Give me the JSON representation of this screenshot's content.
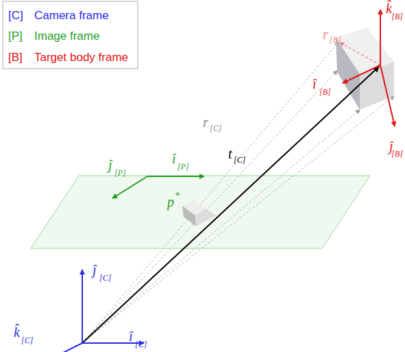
{
  "diagram": {
    "labels": [
      "[C]",
      "Camera frame",
      "[P]",
      "Image frame",
      "[B]",
      "Target body frame",
      "k̂",
      "[B]",
      "r",
      "[B]",
      "î",
      "[B]",
      "ĵ",
      "[B]",
      "r",
      "[C]",
      "t",
      "[C]",
      "ĵ",
      "[P]",
      "î",
      "[P]",
      "p",
      "*",
      "ĵ",
      "[C]",
      "k̂",
      "[C]",
      "î",
      "[C]"
    ]
  }
}
